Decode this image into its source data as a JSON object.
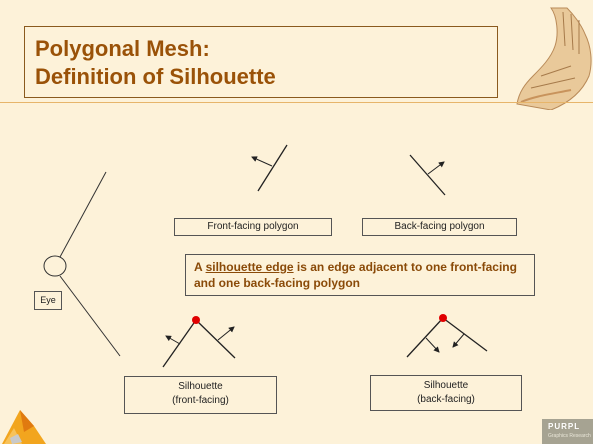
{
  "slide": {
    "title_line1": "Polygonal Mesh:",
    "title_line2": "Definition of Silhouette",
    "labels": {
      "front_facing_polygon": "Front-facing polygon",
      "back_facing_polygon": "Back-facing polygon",
      "eye": "Eye",
      "silhouette_front_1": "Silhouette",
      "silhouette_front_2": "(front-facing)",
      "silhouette_back_1": "Silhouette",
      "silhouette_back_2": "(back-facing)"
    },
    "definition": {
      "prefix": "A ",
      "emphasis": "silhouette edge",
      "rest": " is an edge adjacent to one front-facing and one back-facing polygon"
    },
    "footer_logo_text": "PURPL",
    "footer_logo_subtext": "Graphics Research"
  },
  "colors": {
    "background": "#fdf2d9",
    "title": "#9a5208",
    "accent_rule": "#e7b56a",
    "silhouette_vertex": "#e00000"
  }
}
